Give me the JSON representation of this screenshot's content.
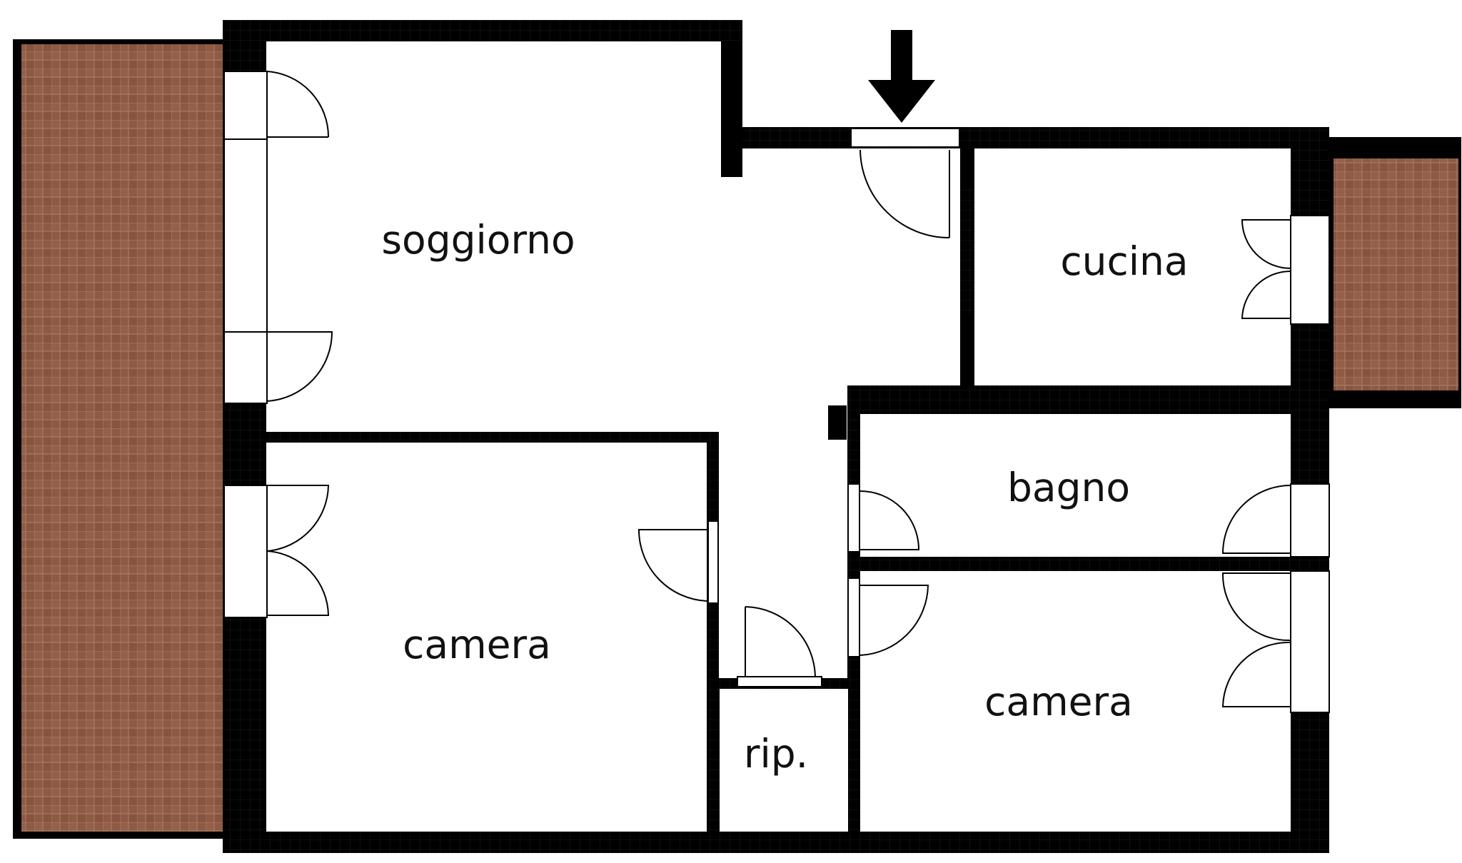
{
  "plan": {
    "rooms": [
      {
        "id": "soggiorno",
        "label": "soggiorno"
      },
      {
        "id": "cucina",
        "label": "cucina"
      },
      {
        "id": "bagno",
        "label": "bagno"
      },
      {
        "id": "camera-1",
        "label": "camera"
      },
      {
        "id": "camera-2",
        "label": "camera"
      },
      {
        "id": "rip",
        "label": "rip."
      }
    ],
    "entrance": {
      "icon": "arrow-down-icon"
    },
    "colors": {
      "wall": "#000000",
      "floor": "#ffffff",
      "terrace_tile": "#8e5a44",
      "terrace_grout": "#a57a63"
    }
  }
}
